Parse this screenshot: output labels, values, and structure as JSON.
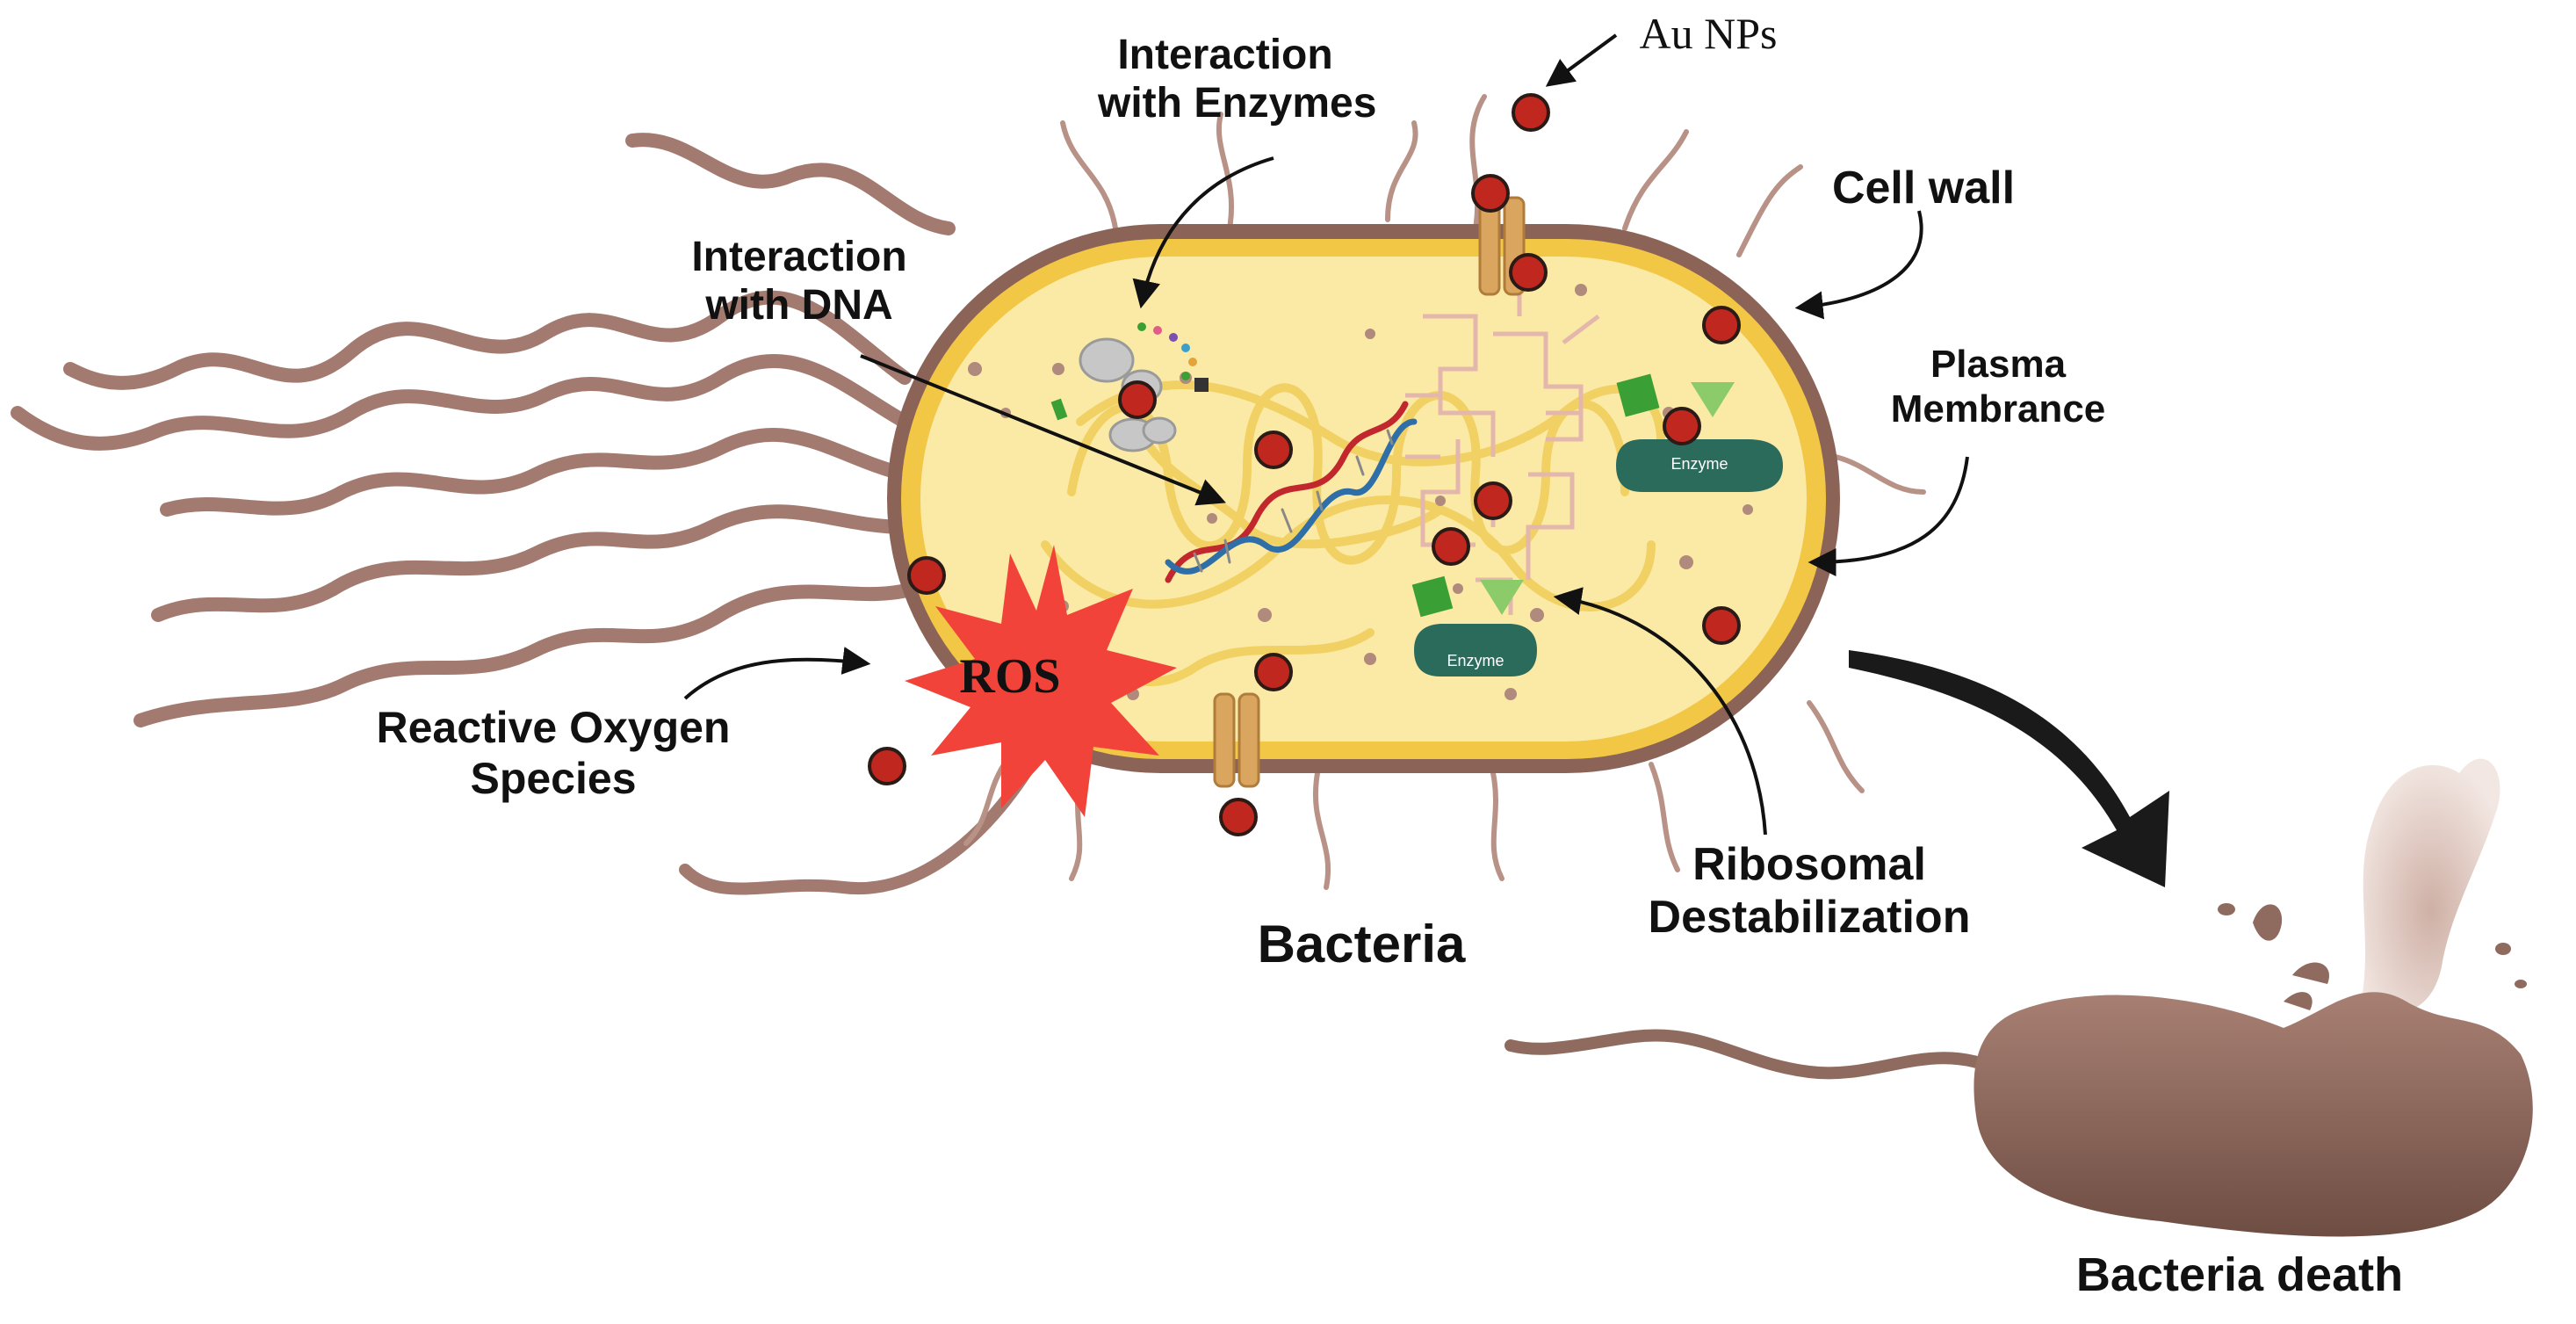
{
  "labels": {
    "interaction_enzymes": [
      "Interaction",
      "with Enzymes"
    ],
    "au_nps": "Au NPs",
    "cell_wall": "Cell wall",
    "interaction_dna": [
      "Interaction",
      "with DNA"
    ],
    "plasma_membrance": [
      "Plasma",
      "Membrance"
    ],
    "ros": "ROS",
    "reactive_oxygen": [
      "Reactive Oxygen",
      "Species"
    ],
    "enzyme": "Enzyme",
    "ribosomal": [
      "Ribosomal",
      "Destabilization"
    ],
    "bacteria": "Bacteria",
    "bacteria_death": "Bacteria death"
  },
  "colors": {
    "flagella": "#a37a70",
    "cell_wall": "#8c6357",
    "membrane": "#f2c746",
    "cytoplasm": "#fbe9a6",
    "nanoparticle": "#c0281f",
    "ros_burst": "#f2433a",
    "enzyme": "#2b6b5c",
    "green_block": "#3aa035",
    "dead_cell": "#8f6a5e",
    "smoke": "#d8bcb1",
    "arrow": "#111111"
  }
}
